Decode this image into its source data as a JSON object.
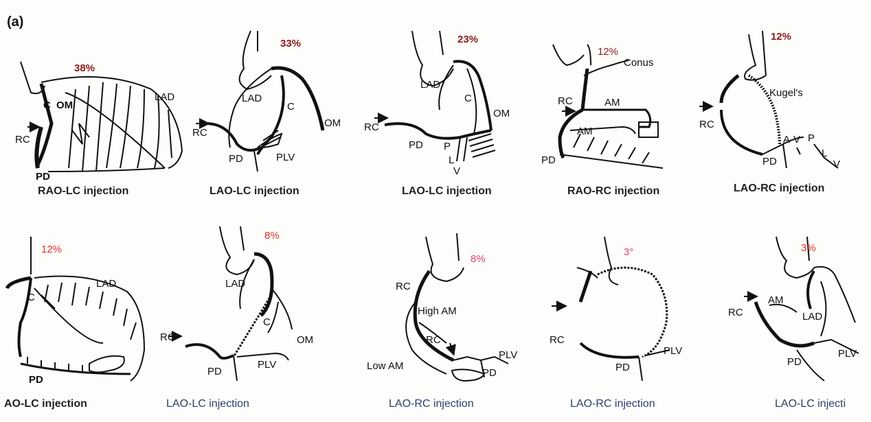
{
  "figure_label": "(a)",
  "colors": {
    "ink": "#111111",
    "dark_red": "#8b1a1a",
    "red": "#e0302a",
    "magenta": "#e0407a",
    "caption_blue": "#2a3f6b"
  },
  "panels": [
    {
      "percent": "38%",
      "caption": "RAO-LC injection",
      "labels": [
        "LAD",
        "C",
        "OM",
        "RC",
        "PD"
      ]
    },
    {
      "percent": "33%",
      "caption": "LAO-LC injection",
      "labels": [
        "LAD",
        "C",
        "OM",
        "RC",
        "PD",
        "PLV"
      ]
    },
    {
      "percent": "23%",
      "caption": "LAO-LC injection",
      "labels": [
        "LAD",
        "C",
        "OM",
        "RC",
        "PD",
        "P",
        "L",
        "V"
      ]
    },
    {
      "percent": "12%",
      "caption": "RAO-RC injection",
      "labels": [
        "Conus",
        "RC",
        "AM",
        "AM",
        "PD"
      ]
    },
    {
      "percent": "12%",
      "caption": "LAO-RC injection",
      "labels": [
        "Kugel's",
        "RC",
        "A-V",
        "P",
        "L",
        "V",
        "PD"
      ]
    },
    {
      "percent": "12%",
      "caption": "AO-LC injection",
      "labels": [
        "LAD",
        "C",
        "PD"
      ]
    },
    {
      "percent": "8%",
      "caption": "LAO-LC injection",
      "labels": [
        "LAD",
        "C",
        "RC",
        "OM",
        "PD",
        "PLV"
      ]
    },
    {
      "percent": "8%",
      "caption": "LAO-RC injection",
      "labels": [
        "RC",
        "High AM",
        "RC",
        "Low AM",
        "PLV",
        "PD"
      ]
    },
    {
      "percent": "3°",
      "caption": "LAO-RC injection",
      "labels": [
        "RC",
        "PD",
        "PLV"
      ]
    },
    {
      "percent": "3%",
      "caption": "LAO-LC injecti",
      "labels": [
        "AM",
        "RC",
        "LAD",
        "PD",
        "PLV"
      ]
    }
  ]
}
